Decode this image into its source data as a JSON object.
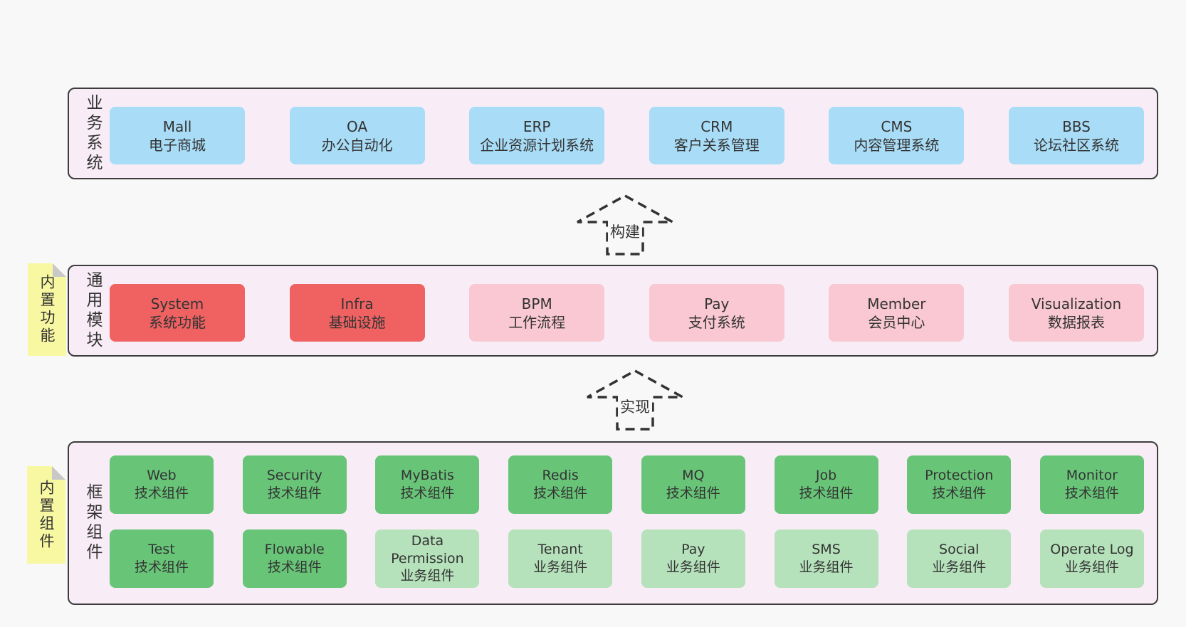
{
  "colors": {
    "page_background": "#f8f8f8",
    "layer_background": "#f8edf6",
    "layer_border": "#3c3c3c",
    "business_system_box": "#a9dcf6",
    "core_module_box": "#f06262",
    "module_box": "#f9c8d2",
    "tech_component_box": "#68c578",
    "biz_component_box": "#b6e2bb",
    "sticky_note": "#f9f8a2",
    "sticky_note_fold": "#c8c8c8",
    "arrow_dash": "#333333",
    "text": "#333333"
  },
  "arrows": [
    {
      "label": "构建"
    },
    {
      "label": "实现"
    }
  ],
  "layers": [
    {
      "label": "业务系统",
      "rows": [
        [
          {
            "name": "Mall",
            "desc": "电子商城"
          },
          {
            "name": "OA",
            "desc": "办公自动化"
          },
          {
            "name": "ERP",
            "desc": "企业资源计划系统"
          },
          {
            "name": "CRM",
            "desc": "客户关系管理"
          },
          {
            "name": "CMS",
            "desc": "内容管理系统"
          },
          {
            "name": "BBS",
            "desc": "论坛社区系统"
          }
        ]
      ]
    },
    {
      "label": "通用模块",
      "note": "内置功能",
      "rows": [
        [
          {
            "name": "System",
            "desc": "系统功能"
          },
          {
            "name": "Infra",
            "desc": "基础设施"
          },
          {
            "name": "BPM",
            "desc": "工作流程"
          },
          {
            "name": "Pay",
            "desc": "支付系统"
          },
          {
            "name": "Member",
            "desc": "会员中心"
          },
          {
            "name": "Visualization",
            "desc": "数据报表"
          }
        ]
      ]
    },
    {
      "label": "框架组件",
      "note": "内置组件",
      "rows": [
        [
          {
            "name": "Web",
            "desc": "技术组件"
          },
          {
            "name": "Security",
            "desc": "技术组件"
          },
          {
            "name": "MyBatis",
            "desc": "技术组件"
          },
          {
            "name": "Redis",
            "desc": "技术组件"
          },
          {
            "name": "MQ",
            "desc": "技术组件"
          },
          {
            "name": "Job",
            "desc": "技术组件"
          },
          {
            "name": "Protection",
            "desc": "技术组件"
          },
          {
            "name": "Monitor",
            "desc": "技术组件"
          }
        ],
        [
          {
            "name": "Test",
            "desc": "技术组件"
          },
          {
            "name": "Flowable",
            "desc": "技术组件"
          },
          {
            "name": "Data Permission",
            "desc": "业务组件"
          },
          {
            "name": "Tenant",
            "desc": "业务组件"
          },
          {
            "name": "Pay",
            "desc": "业务组件"
          },
          {
            "name": "SMS",
            "desc": "业务组件"
          },
          {
            "name": "Social",
            "desc": "业务组件"
          },
          {
            "name": "Operate Log",
            "desc": "业务组件"
          }
        ]
      ]
    }
  ]
}
